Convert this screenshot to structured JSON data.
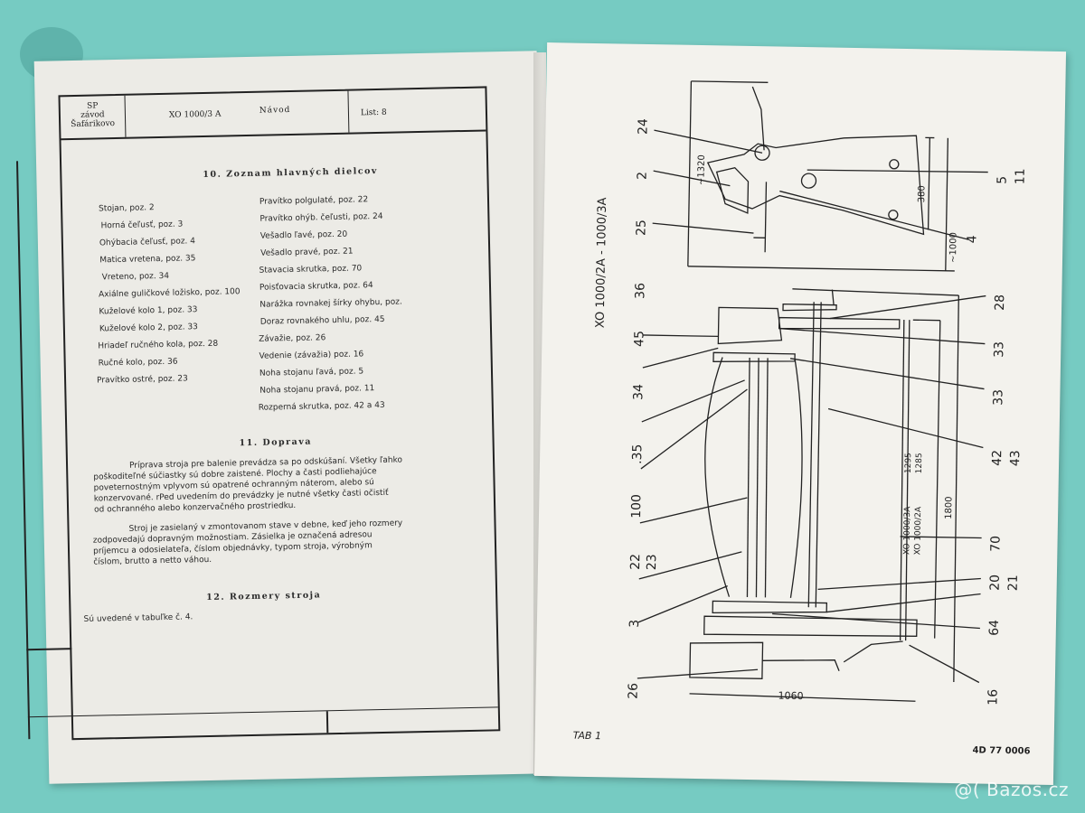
{
  "header": {
    "company": [
      "SP",
      "závod",
      "Šafárikovo"
    ],
    "model": "XO 1000/3 A",
    "doc_type": "Návod",
    "sheet": "List: 8"
  },
  "section10": {
    "title": "10. Zoznam hlavných dielcov",
    "left_items": [
      "Stojan, poz. 2",
      "Horná čeľusť, poz. 3",
      "Ohýbacia čeľusť, poz. 4",
      "Matica vretena, poz. 35",
      "Vreteno, poz. 34",
      "Axiálne guličkové ložisko, poz. 100",
      "Kuželové kolo 1, poz. 33",
      "Kuželové kolo 2, poz. 33",
      "Hriadeľ ručného kola, poz. 28",
      "Ručné kolo, poz. 36",
      "Pravítko ostré, poz. 23"
    ],
    "right_items": [
      "Pravítko polgulaté, poz. 22",
      "Pravítko ohýb. čeľusti, poz. 24",
      "Vešadlo ľavé, poz. 20",
      "Vešadlo pravé, poz. 21",
      "Stavacia skrutka, poz. 70",
      "Poisťovacia skrutka, poz. 64",
      "Narážka rovnakej šírky ohybu, poz.",
      "Doraz rovnakého uhlu, poz. 45",
      "Závažie, poz. 26",
      "Vedenie (závažia) poz. 16",
      "Noha stojanu ľavá, poz. 5",
      "Noha stojanu pravá, poz. 11",
      "Rozperná skrutka, poz. 42 a 43"
    ]
  },
  "section11": {
    "title": "11. Doprava",
    "para1": [
      "Príprava stroja pre balenie prevádza sa po odskúšaní. Všetky ľahko",
      "poškoditeľné súčiastky sú dobre zaistené. Plochy a časti podliehajúce",
      "poveternostným vplyvom sú opatrené ochranným náterom, alebo sú",
      "konzervované. rPed uvedením do prevádzky je nutné všetky časti očistiť",
      "od ochranného alebo konzervačného prostriedku."
    ],
    "para2": [
      "Stroj je zasielaný v zmontovanom stave v debne, keď jeho rozmery",
      "zodpovedajú dopravným možnostiam. Zásielka je označená adresou",
      "príjemcu a odosielateľa, číslom objednávky, typom stroja, výrobným",
      "číslom, brutto a netto váhou."
    ]
  },
  "section12": {
    "title": "12. Rozmery stroja",
    "text": "Sú uvedené v tabuľke č. 4."
  },
  "drawing": {
    "title_text": "XO 1000/2A - 1000/3A",
    "top_left_labels": [
      "24",
      "2",
      "25",
      "36"
    ],
    "top_right_labels": [
      "5",
      "11",
      "4"
    ],
    "dims_top": [
      "~1320",
      "380",
      "~1000"
    ],
    "left_labels": [
      "45",
      "34",
      ".35",
      "100",
      "22",
      "23",
      "3",
      "26"
    ],
    "right_labels": [
      "28",
      "33",
      "33",
      "42",
      "43",
      "70",
      "20",
      "21",
      "64",
      "16"
    ],
    "dim_models": [
      "XO 1000/3A",
      "XO 1000/2A"
    ],
    "dim_values": [
      "1295",
      "1285"
    ],
    "dim_1800": "1800",
    "dim_1060": "1060"
  },
  "footer": {
    "tab": "TAB 1",
    "code": "4D 77 0006"
  },
  "watermark": "@( Bazos.cz"
}
